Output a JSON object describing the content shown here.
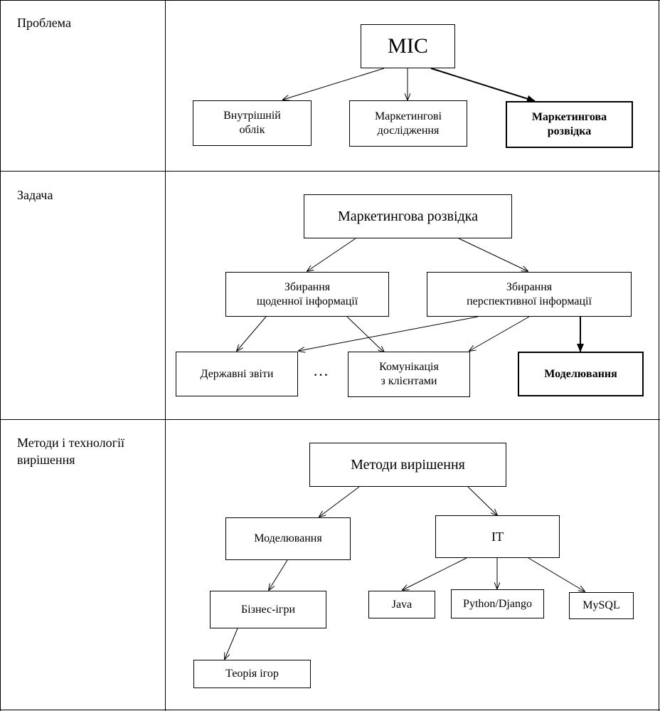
{
  "rows": {
    "problem": {
      "label": "Проблема"
    },
    "task": {
      "label": "Задача"
    },
    "methods": {
      "label": "Методи і технології\nвирішення"
    }
  },
  "problem": {
    "root": "МІС",
    "internal": "Внутрішній\nоблік",
    "research": "Маркетингові\nдослідження",
    "intelligence": "Маркетингова\nрозвідка"
  },
  "task": {
    "root": "Маркетингова розвідка",
    "daily": "Збирання\nщоденної інформації",
    "prospective": "Збирання\nперспективної інформації",
    "reports": "Державні звіти",
    "ellipsis": "…",
    "communication": "Комунікація\nз клієнтами",
    "modeling": "Моделювання"
  },
  "methods": {
    "root": "Методи вирішення",
    "modeling": "Моделювання",
    "it": "IT",
    "business_games": "Бізнес-ігри",
    "game_theory": "Теорія ігор",
    "java": "Java",
    "python": "Python/Django",
    "mysql": "MySQL"
  }
}
